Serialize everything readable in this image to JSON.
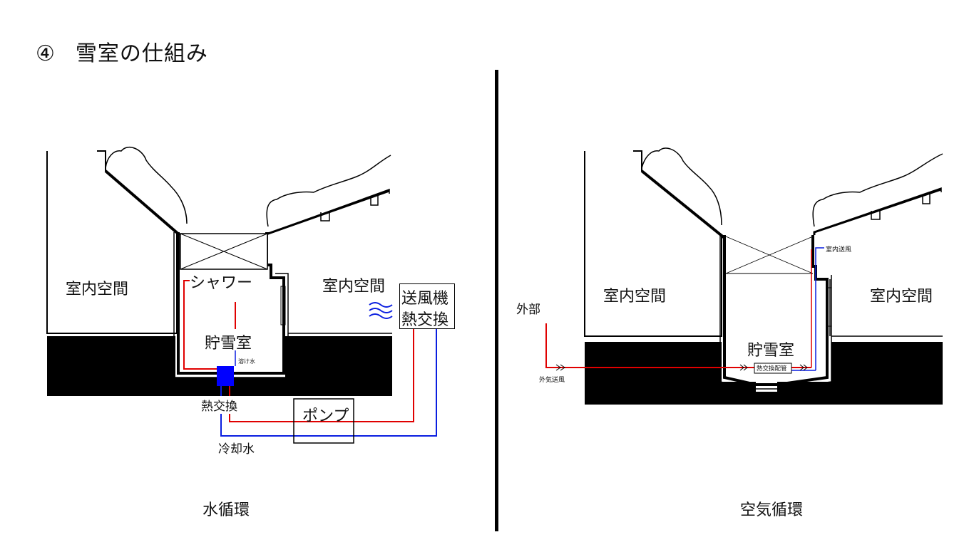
{
  "title": {
    "number": "④",
    "text": "雪室の仕組み"
  },
  "water": {
    "room_left": "室内空間",
    "room_right": "室内空間",
    "shower": "シャワー",
    "storage": "貯雪室",
    "melt_water": "溶け水",
    "fan_line1": "送風機",
    "fan_line2": "熱交換",
    "heat_exchanger": "熱交換",
    "pump": "ポンプ",
    "cooling_water": "冷却水",
    "caption": "水循環"
  },
  "air": {
    "room_left": "室内空間",
    "room_right": "室内空間",
    "outside": "外部",
    "outside_air": "外気送風",
    "storage": "貯雪室",
    "heat_pipe": "熱交換配管",
    "indoor_air": "室内送風",
    "caption": "空気循環"
  },
  "colors": {
    "hot": "#e00000",
    "cold": "#0a1ee0",
    "exchanger": "#0000ff",
    "ground": "#000000"
  }
}
